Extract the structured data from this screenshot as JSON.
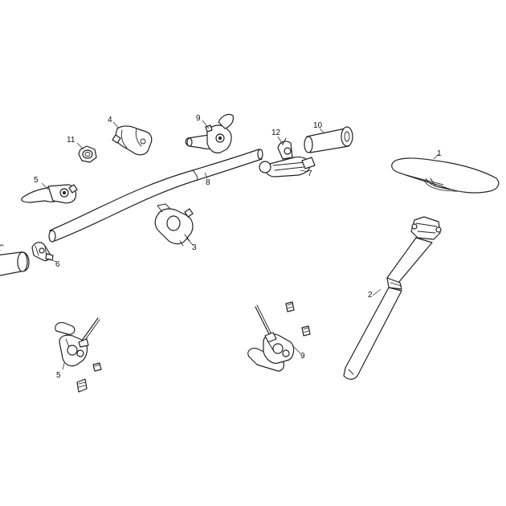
{
  "callouts": {
    "saddle": "1",
    "seatpost": "2",
    "stem": "3",
    "stem_clamp": "4",
    "lever_left": "5",
    "caliper_left": "5",
    "clamp_6": "6",
    "shifter": "7",
    "handlebar": "8",
    "lever_right": "9",
    "caliper_right": "9",
    "grip": "10",
    "nut": "11",
    "shifter_top": "12"
  }
}
